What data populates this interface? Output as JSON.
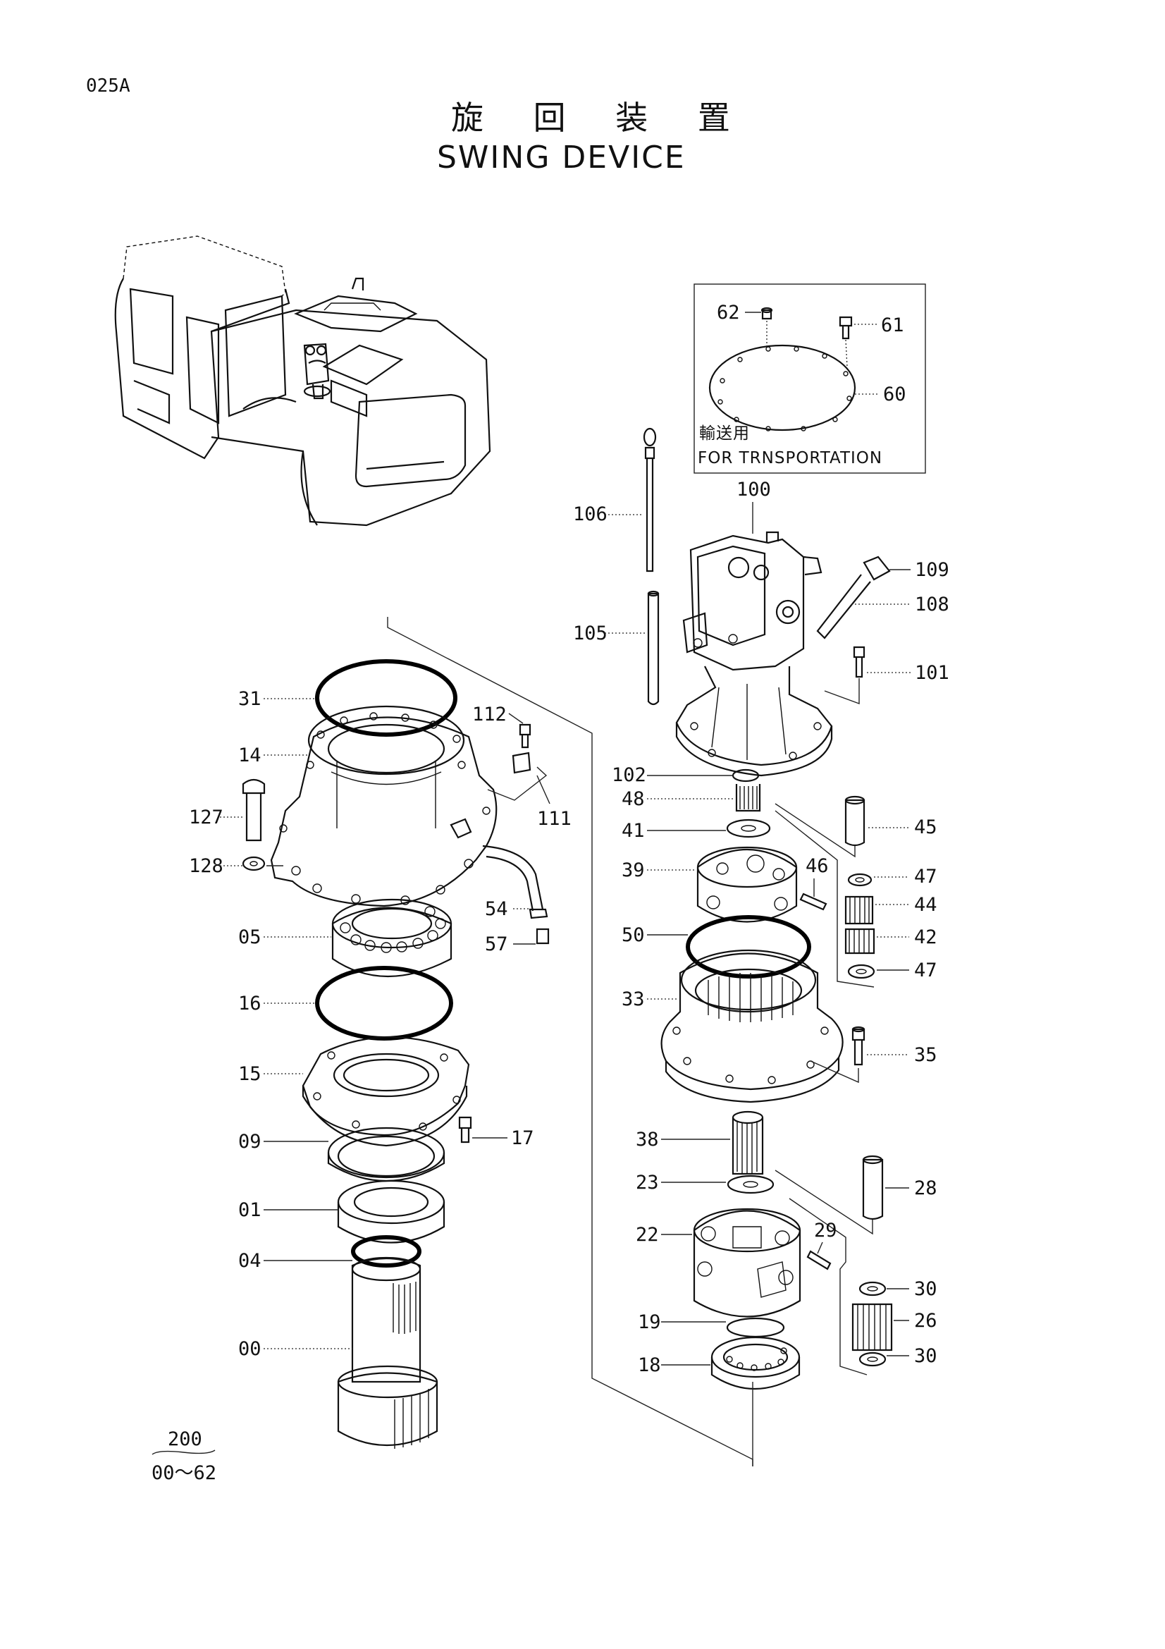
{
  "header": {
    "page_code": "025A",
    "title_jp": "旋 回 装 置",
    "title_en": "SWING DEVICE"
  },
  "inset": {
    "note_jp": "輸送用",
    "note_en": "FOR TRNSPORTATION"
  },
  "assembly": {
    "number": "200",
    "range": "00～62"
  },
  "part_labels": {
    "p00": "00",
    "p01": "01",
    "p04": "04",
    "p05": "05",
    "p09": "09",
    "p14": "14",
    "p15": "15",
    "p16": "16",
    "p17": "17",
    "p18": "18",
    "p19": "19",
    "p22": "22",
    "p23": "23",
    "p26": "26",
    "p28": "28",
    "p29": "29",
    "p30a": "30",
    "p30b": "30",
    "p31": "31",
    "p33": "33",
    "p35": "35",
    "p38": "38",
    "p39": "39",
    "p41": "41",
    "p42": "42",
    "p44": "44",
    "p45": "45",
    "p46": "46",
    "p47a": "47",
    "p47b": "47",
    "p48": "48",
    "p50": "50",
    "p54": "54",
    "p57": "57",
    "p60": "60",
    "p61": "61",
    "p62": "62",
    "p100": "100",
    "p101": "101",
    "p102": "102",
    "p105": "105",
    "p106": "106",
    "p108": "108",
    "p109": "109",
    "p111": "111",
    "p112": "112",
    "p127": "127",
    "p128": "128"
  }
}
